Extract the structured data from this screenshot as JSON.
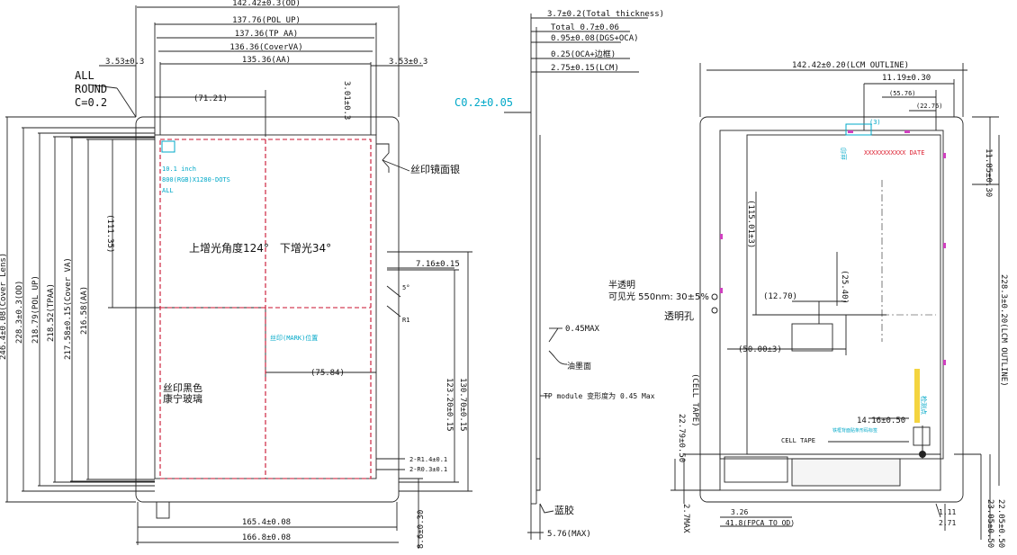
{
  "front_view": {
    "dims_top": [
      "142.42±0.3(OD)",
      "137.76(POL UP)",
      "137.36(TP AA)",
      "136.36(CoverVA)",
      "135.36(AA)"
    ],
    "margin_left": "3.53±0.3",
    "margin_right": "3.53±0.3",
    "corner_note": [
      "ALL",
      "ROUND",
      "C=0.2"
    ],
    "dim_7121": "(71.21)",
    "dim_3": "3.01±0.3",
    "dim_11135": "(111.35)",
    "dim_7584": "(75.84)",
    "dim_716": "7.16±0.15",
    "dims_left": [
      "246.4±0.08(Cover Lens)",
      "228.3±0.3(OD)",
      "218.79(POL UP)",
      "218.52(TPAA)",
      "217.58±0.15(Cover VA)",
      "216.58(AA)"
    ],
    "dims_right": [
      "130.70±0.15",
      "123.20±0.15"
    ],
    "dims_bottom": [
      "165.4±0.08",
      "166.8±0.08"
    ],
    "dim_8": "8.6±0.30",
    "cyan_label": [
      "10.1 inch",
      "800(RGB)X1280-DOTS",
      "ALL"
    ],
    "view_angle": "上增光角度124°　下增光34°",
    "silk_mirror": "丝印镜面银",
    "silk_black": "丝印黑色",
    "glass": "康宁玻璃",
    "center_small": "丝印(MARK)位置",
    "holes": [
      "2-R1.4±0.1",
      "2-R0.3±0.1"
    ],
    "angle_marks": [
      "5°",
      "R1"
    ]
  },
  "side_view": {
    "thickness_labels": [
      "3.7±0.2(Total thickness)",
      "Total 0.7±0.06",
      "0.95±0.08(DGS+OCA)",
      "0.25(OCA+边框)",
      "2.75±0.15(LCM)"
    ],
    "gap_label": "C0.2±0.05",
    "max_label": "0.45MAX",
    "oil_label": "油墨面",
    "tp_note": "TP module 变形度为 0.45 Max",
    "glue_label": "蓝胶",
    "bottom_label": "5.76(MAX)"
  },
  "back_view": {
    "dim_top": "142.42±0.20(LCM OUTLINE)",
    "dim_1119": "11.19±0.30",
    "dim_5576": "(55.76)",
    "dim_2276": "(22.76)",
    "dim_3": "(3)",
    "dim_1185": "11.85±0.30",
    "dim_115": "(115.01±3)",
    "dim_254": "(25.40)",
    "dim_127": "(12.70)",
    "dim_50": "(50.00±3)",
    "dim_right": "228.3±0.20(LCM OUTLINE)",
    "dim_1416": "14.16±0.50",
    "cell_tape": "CELL TAPE",
    "dim_227": "22.79±0.50",
    "dim_tape": "(CELL TAPE)",
    "dim_326": "3.26",
    "dim_418": "41.8(FPCA TO OD)",
    "dim_111": "1.11",
    "dim_271": "2.71",
    "dim_27": "2.7MAX",
    "dim_2305": "23.05±0.50",
    "dim_2205": "22.05±0.50",
    "semi_transparent": [
      "半透明",
      "可见光 550nm: 30±5%"
    ],
    "transparent_hole": "透明孔",
    "red_label": "XXXXXXXXXXX  DATE",
    "cyan_label2": "丝印",
    "cyan_label3": "铁框背面贴条形码标签",
    "cyan_label4": "检测点"
  }
}
